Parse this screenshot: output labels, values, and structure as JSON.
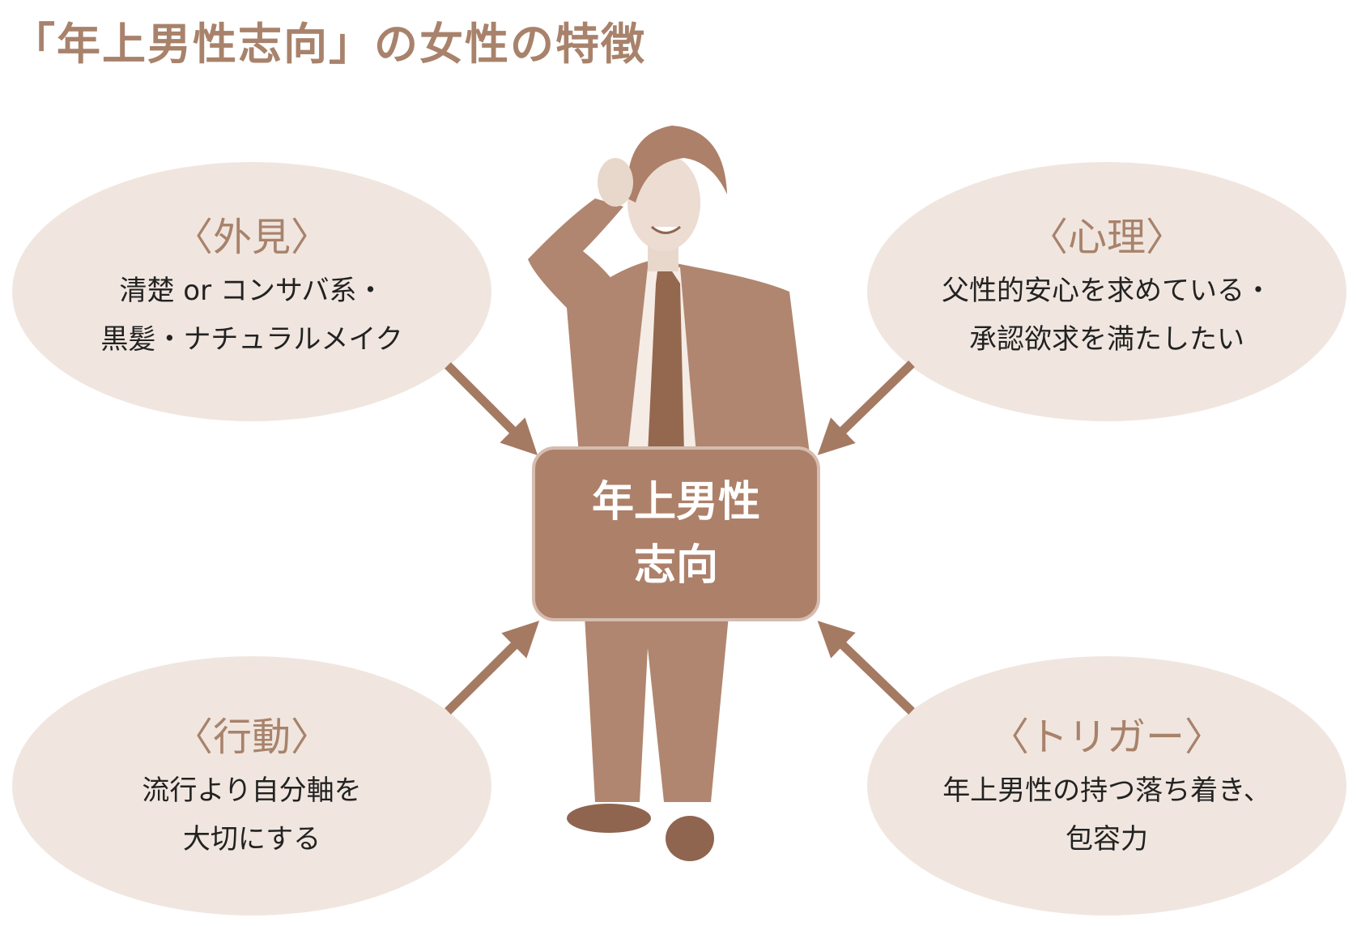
{
  "title": "「年上男性志向」の女性の特徴",
  "center": {
    "line1": "年上男性",
    "line2": "志向"
  },
  "bubbles": [
    {
      "heading": "〈外見〉",
      "lines": [
        "清楚 or コンサバ系・",
        "黒髪・ナチュラルメイク"
      ]
    },
    {
      "heading": "〈心理〉",
      "lines": [
        "父性的安心を求めている・",
        "承認欲求を満たしたい"
      ]
    },
    {
      "heading": "〈行動〉",
      "lines": [
        "流行より自分軸を",
        "大切にする"
      ]
    },
    {
      "heading": "〈トリガー〉",
      "lines": [
        "年上男性の持つ落ち着き、",
        "包容力"
      ]
    }
  ],
  "colors": {
    "accent": "#a8826b",
    "bubble": "#f0e6df",
    "box": "#ad8069",
    "arrow": "#a57a62"
  }
}
